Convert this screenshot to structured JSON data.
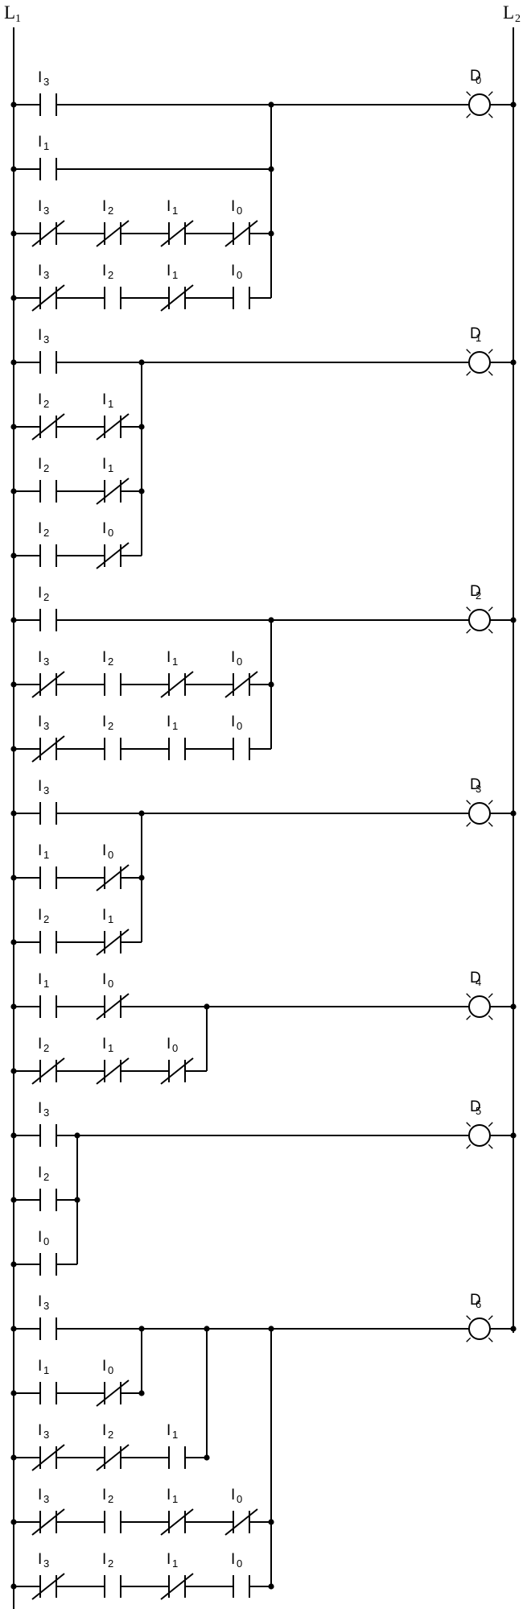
{
  "rails": {
    "left": {
      "letter": "L",
      "sub": "1"
    },
    "right": {
      "letter": "L",
      "sub": "2"
    }
  },
  "rungs": [
    {
      "output": {
        "letter": "D",
        "sub": "0"
      },
      "branches": [
        [
          {
            "l": "I",
            "s": "3",
            "nc": false
          }
        ],
        [
          {
            "l": "I",
            "s": "1",
            "nc": false
          }
        ],
        [
          {
            "l": "I",
            "s": "3",
            "nc": true
          },
          {
            "l": "I",
            "s": "2",
            "nc": true
          },
          {
            "l": "I",
            "s": "1",
            "nc": true
          },
          {
            "l": "I",
            "s": "0",
            "nc": true
          }
        ],
        [
          {
            "l": "I",
            "s": "3",
            "nc": true
          },
          {
            "l": "I",
            "s": "2",
            "nc": false
          },
          {
            "l": "I",
            "s": "1",
            "nc": true
          },
          {
            "l": "I",
            "s": "0",
            "nc": false
          }
        ]
      ]
    },
    {
      "output": {
        "letter": "D",
        "sub": "1"
      },
      "branches": [
        [
          {
            "l": "I",
            "s": "3",
            "nc": false
          }
        ],
        [
          {
            "l": "I",
            "s": "2",
            "nc": true
          },
          {
            "l": "I",
            "s": "1",
            "nc": true
          }
        ],
        [
          {
            "l": "I",
            "s": "2",
            "nc": false
          },
          {
            "l": "I",
            "s": "1",
            "nc": true
          }
        ],
        [
          {
            "l": "I",
            "s": "2",
            "nc": false
          },
          {
            "l": "I",
            "s": "0",
            "nc": true
          }
        ]
      ]
    },
    {
      "output": {
        "letter": "D",
        "sub": "2"
      },
      "branches": [
        [
          {
            "l": "I",
            "s": "2",
            "nc": false
          }
        ],
        [
          {
            "l": "I",
            "s": "3",
            "nc": true
          },
          {
            "l": "I",
            "s": "2",
            "nc": false
          },
          {
            "l": "I",
            "s": "1",
            "nc": true
          },
          {
            "l": "I",
            "s": "0",
            "nc": true
          }
        ],
        [
          {
            "l": "I",
            "s": "3",
            "nc": true
          },
          {
            "l": "I",
            "s": "2",
            "nc": false
          },
          {
            "l": "I",
            "s": "1",
            "nc": false
          },
          {
            "l": "I",
            "s": "0",
            "nc": false
          }
        ]
      ]
    },
    {
      "output": {
        "letter": "D",
        "sub": "3"
      },
      "branches": [
        [
          {
            "l": "I",
            "s": "3",
            "nc": false
          }
        ],
        [
          {
            "l": "I",
            "s": "1",
            "nc": false
          },
          {
            "l": "I",
            "s": "0",
            "nc": true
          }
        ],
        [
          {
            "l": "I",
            "s": "2",
            "nc": false
          },
          {
            "l": "I",
            "s": "1",
            "nc": true
          }
        ]
      ]
    },
    {
      "output": {
        "letter": "D",
        "sub": "4"
      },
      "branches": [
        [
          {
            "l": "I",
            "s": "1",
            "nc": false
          },
          {
            "l": "I",
            "s": "0",
            "nc": true
          }
        ],
        [
          {
            "l": "I",
            "s": "2",
            "nc": true
          },
          {
            "l": "I",
            "s": "1",
            "nc": true
          },
          {
            "l": "I",
            "s": "0",
            "nc": true
          }
        ]
      ]
    },
    {
      "output": {
        "letter": "D",
        "sub": "5"
      },
      "branches": [
        [
          {
            "l": "I",
            "s": "3",
            "nc": false
          }
        ],
        [
          {
            "l": "I",
            "s": "2",
            "nc": false
          }
        ],
        [
          {
            "l": "I",
            "s": "0",
            "nc": false
          }
        ]
      ]
    },
    {
      "output": {
        "letter": "D",
        "sub": "6"
      },
      "branches": [
        [
          {
            "l": "I",
            "s": "3",
            "nc": false
          }
        ],
        [
          {
            "l": "I",
            "s": "1",
            "nc": false
          },
          {
            "l": "I",
            "s": "0",
            "nc": true
          }
        ],
        [
          {
            "l": "I",
            "s": "3",
            "nc": true
          },
          {
            "l": "I",
            "s": "2",
            "nc": true
          },
          {
            "l": "I",
            "s": "1",
            "nc": false
          }
        ],
        [
          {
            "l": "I",
            "s": "3",
            "nc": true
          },
          {
            "l": "I",
            "s": "2",
            "nc": false
          },
          {
            "l": "I",
            "s": "1",
            "nc": true
          },
          {
            "l": "I",
            "s": "0",
            "nc": true
          }
        ],
        [
          {
            "l": "I",
            "s": "3",
            "nc": true
          },
          {
            "l": "I",
            "s": "2",
            "nc": false
          },
          {
            "l": "I",
            "s": "1",
            "nc": true
          },
          {
            "l": "I",
            "s": "0",
            "nc": false
          }
        ]
      ]
    }
  ]
}
